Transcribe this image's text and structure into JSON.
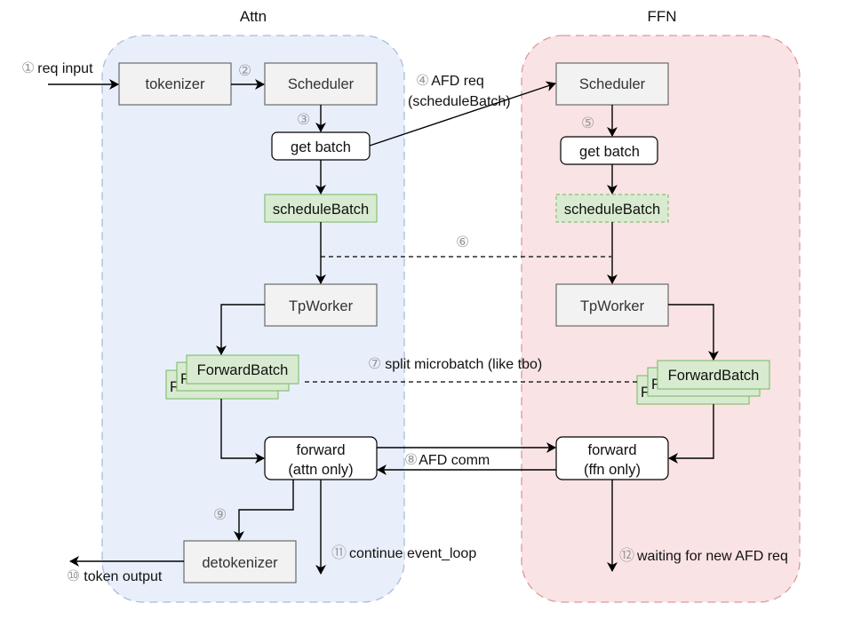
{
  "lanes": {
    "attn": {
      "title": "Attn",
      "fill": "#e8effb",
      "stroke": "#a9bcdb"
    },
    "ffn": {
      "title": "FFN",
      "fill": "#fae3e4",
      "stroke": "#d99a9c"
    }
  },
  "colors": {
    "gray_box_fill": "#f2f2f2",
    "gray_box_stroke": "#6b6b6b",
    "green_box_fill": "#d8ebd0",
    "green_box_stroke": "#86c075",
    "white_box_fill": "#ffffff",
    "edge": "#000000"
  },
  "nodes": {
    "attn_tokenizer": "tokenizer",
    "attn_scheduler": "Scheduler",
    "attn_get_batch": "get batch",
    "attn_schedule_batch": "scheduleBatch",
    "attn_tpworker": "TpWorker",
    "attn_forward_batch": "ForwardBatch",
    "attn_forward_line1": "forward",
    "attn_forward_line2": "(attn only)",
    "attn_detokenizer": "detokenizer",
    "ffn_scheduler": "Scheduler",
    "ffn_get_batch": "get batch",
    "ffn_schedule_batch": "scheduleBatch",
    "ffn_tpworker": "TpWorker",
    "ffn_forward_batch": "ForwardBatch",
    "ffn_forward_line1": "forward",
    "ffn_forward_line2": "(ffn only)"
  },
  "steps": {
    "s1": {
      "num": "①",
      "text": "req input"
    },
    "s2": {
      "num": "②",
      "text": ""
    },
    "s3": {
      "num": "③",
      "text": ""
    },
    "s4": {
      "num": "④",
      "text": "AFD req",
      "text2": "(scheduleBatch)"
    },
    "s5": {
      "num": "⑤",
      "text": ""
    },
    "s6": {
      "num": "⑥",
      "text": ""
    },
    "s7": {
      "num": "⑦",
      "text": "split microbatch (like tbo)"
    },
    "s8": {
      "num": "⑧",
      "text": "AFD comm"
    },
    "s9": {
      "num": "⑨",
      "text": ""
    },
    "s10": {
      "num": "⑩",
      "text": "token output"
    },
    "s11": {
      "num": "⑪",
      "text": "continue event_loop"
    },
    "s12": {
      "num": "⑫",
      "text": "waiting for new AFD req"
    }
  }
}
